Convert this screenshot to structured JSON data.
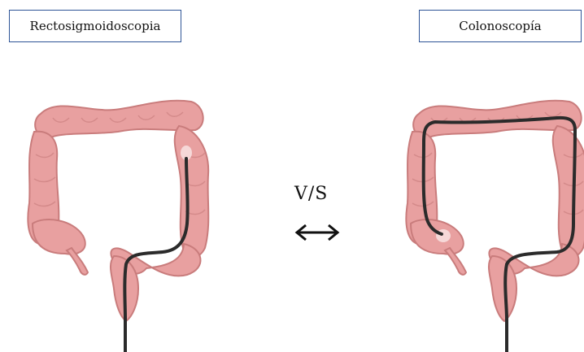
{
  "labels": {
    "left": "Rectosigmoidoscopia",
    "right": "Colonoscopía"
  },
  "center": {
    "text": "V/S"
  },
  "colors": {
    "box_border": "#2f5597",
    "colon_fill": "#e8a0a0",
    "colon_stroke": "#c97c7c",
    "scope": "#2b2b2b"
  }
}
